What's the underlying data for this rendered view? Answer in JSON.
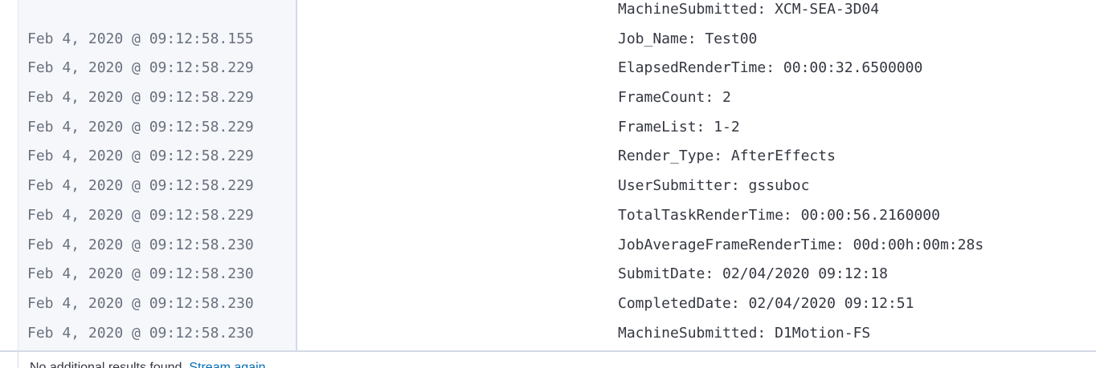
{
  "log_rows": [
    {
      "timestamp": "",
      "message": "MachineSubmitted: XCM-SEA-3D04"
    },
    {
      "timestamp": "Feb 4, 2020 @ 09:12:58.155",
      "message": "Job_Name: Test00"
    },
    {
      "timestamp": "Feb 4, 2020 @ 09:12:58.229",
      "message": "ElapsedRenderTime: 00:00:32.6500000"
    },
    {
      "timestamp": "Feb 4, 2020 @ 09:12:58.229",
      "message": "FrameCount: 2"
    },
    {
      "timestamp": "Feb 4, 2020 @ 09:12:58.229",
      "message": "FrameList: 1-2"
    },
    {
      "timestamp": "Feb 4, 2020 @ 09:12:58.229",
      "message": "Render_Type: AfterEffects"
    },
    {
      "timestamp": "Feb 4, 2020 @ 09:12:58.229",
      "message": "UserSubmitter: gssuboc"
    },
    {
      "timestamp": "Feb 4, 2020 @ 09:12:58.229",
      "message": "TotalTaskRenderTime: 00:00:56.2160000"
    },
    {
      "timestamp": "Feb 4, 2020 @ 09:12:58.230",
      "message": "JobAverageFrameRenderTime: 00d:00h:00m:28s"
    },
    {
      "timestamp": "Feb 4, 2020 @ 09:12:58.230",
      "message": "SubmitDate: 02/04/2020 09:12:18"
    },
    {
      "timestamp": "Feb 4, 2020 @ 09:12:58.230",
      "message": "CompletedDate: 02/04/2020 09:12:51"
    },
    {
      "timestamp": "Feb 4, 2020 @ 09:12:58.230",
      "message": "MachineSubmitted: D1Motion-FS"
    }
  ],
  "bottom_bar": {
    "text": "No additional results found.",
    "link": "Stream again"
  }
}
